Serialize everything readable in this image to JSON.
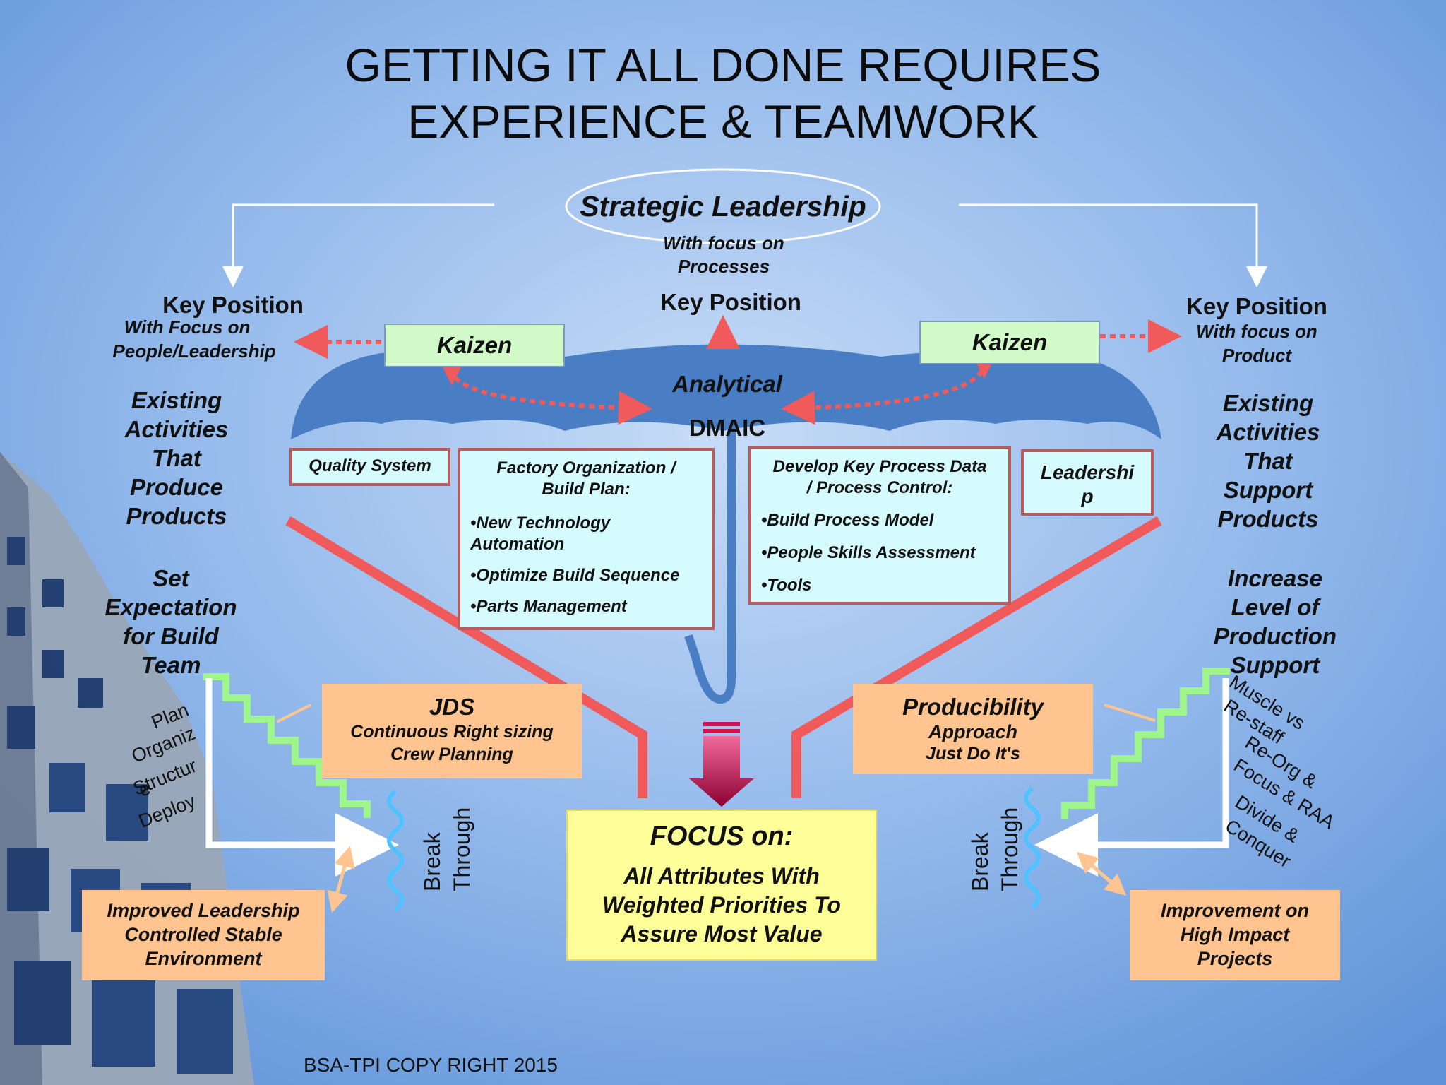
{
  "title": {
    "line1": "GETTING IT ALL DONE REQUIRES",
    "line2": "EXPERIENCE & TEAMWORK"
  },
  "top": {
    "strategic": "Strategic Leadership",
    "focus_line1": "With focus on",
    "focus_line2": "Processes",
    "key_center": "Key Position",
    "analytical": "Analytical",
    "dmaic": "DMAIC"
  },
  "left": {
    "key": "Key Position",
    "focus_line1": "With Focus on",
    "focus_line2": "People/Leadership",
    "kaizen": "Kaizen",
    "existing": [
      "Existing",
      "Activities",
      "That",
      "Produce",
      "Products"
    ],
    "set": [
      "Set",
      "Expectation",
      "for Build",
      "Team"
    ],
    "steps": [
      "Plan",
      "Organiz",
      "Structur",
      "Deploy",
      "e"
    ],
    "jds_title": "JDS",
    "jds_line1": "Continuous Right  sizing",
    "jds_line2": "Crew Planning",
    "break": "Break",
    "through": "Through",
    "improved": [
      "Improved Leadership",
      "Controlled Stable",
      "Environment"
    ]
  },
  "right": {
    "key": "Key Position",
    "focus_line1": "With focus on",
    "focus_line2": "Product",
    "kaizen": "Kaizen",
    "existing": [
      "Existing",
      "Activities",
      "That",
      "Support",
      "Products"
    ],
    "increase": [
      "Increase",
      "Level of",
      "Production",
      "Support"
    ],
    "steps": [
      "Muscle vs",
      "Re-staff",
      "Re-Org &",
      "Focus & RAA",
      "Divide &",
      "Conquer"
    ],
    "prod_title": "Producibility",
    "prod_line1": "Approach",
    "prod_line2": "Just Do It's",
    "break": "Break",
    "through": "Through",
    "improvement": [
      "Improvement on",
      "High Impact",
      "Projects"
    ]
  },
  "boxes": {
    "quality": "Quality System",
    "factory_title1": "Factory Organization /",
    "factory_title2": "Build Plan:",
    "factory_items": [
      "•New Technology Automation",
      "•Optimize Build Sequence",
      "•Parts Management"
    ],
    "develop_title1": "Develop Key Process Data",
    "develop_title2": "/ Process Control:",
    "develop_items": [
      "•Build Process Model",
      "•People Skills Assessment",
      "•Tools"
    ],
    "leadership1": "Leadershi",
    "leadership2": "p"
  },
  "focus": {
    "title": "FOCUS on:",
    "line1": "All Attributes With",
    "line2": "Weighted Priorities To",
    "line3": "Assure Most Value"
  },
  "footer": "BSA-TPI COPY RIGHT 2015",
  "colors": {
    "red_line": "#f05a5a",
    "umbrella": "#4a7ec4",
    "kaizen_fill": "#d2f9c8",
    "box_fill": "#d6fbff",
    "orange_fill": "#ffc48f",
    "focus_fill": "#ffff99",
    "green_stair": "#9ef58a"
  }
}
